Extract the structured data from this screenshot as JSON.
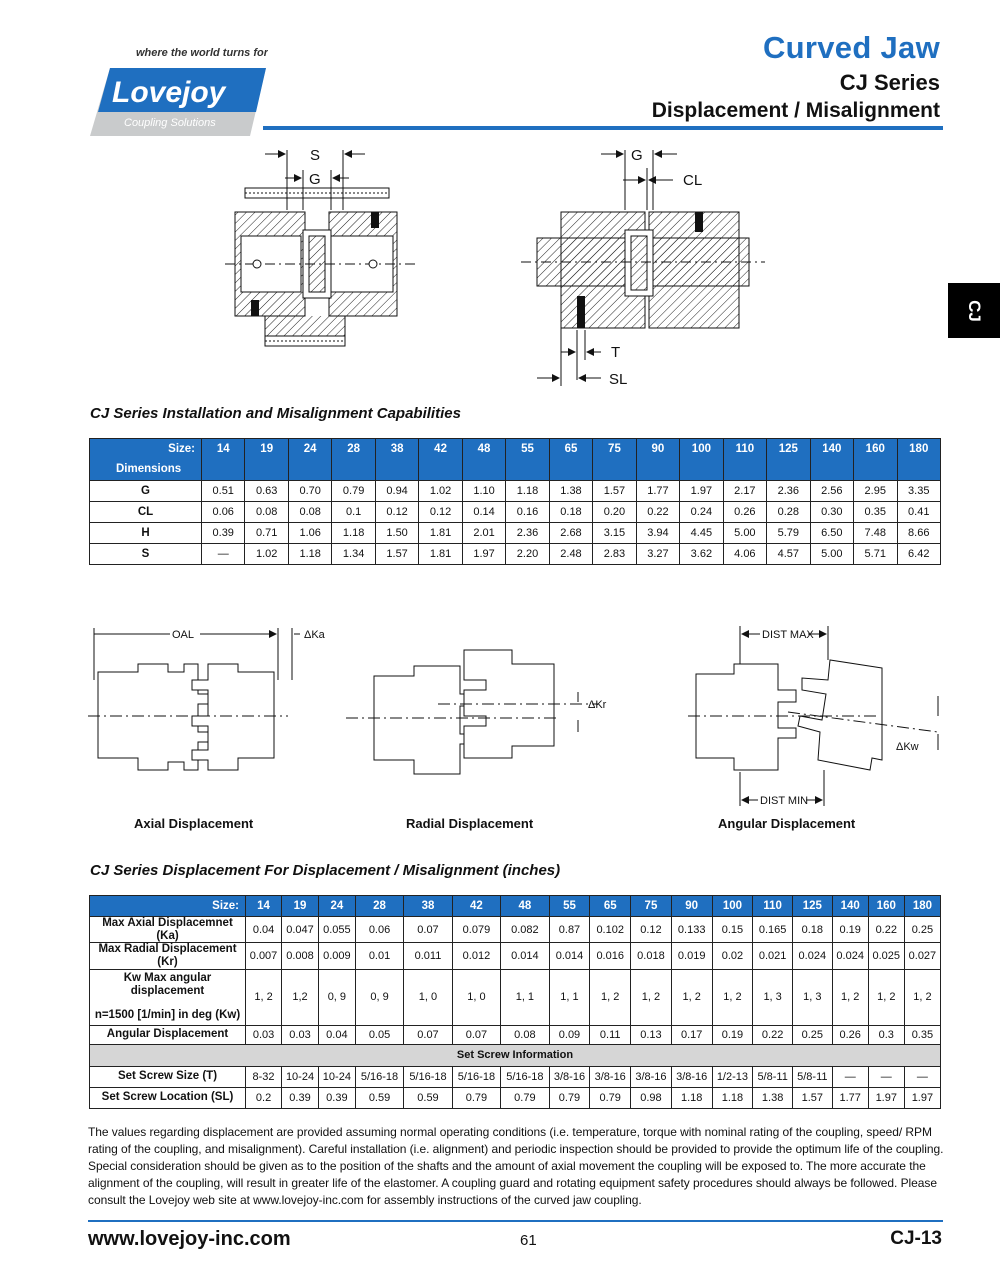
{
  "header": {
    "brand_tagline": "where the world turns for",
    "brand_name": "Lovejoy",
    "brand_sub": "Coupling Solutions",
    "title": "Curved Jaw",
    "series": "CJ Series",
    "subtitle": "Displacement / Misalignment"
  },
  "side_tab": "CJ",
  "section1": {
    "title": "CJ Series Installation and Misalignment Capabilities",
    "diagram_labels": {
      "s": "S",
      "g": "G",
      "g2": "G",
      "cl": "CL",
      "t": "T",
      "sl": "SL"
    },
    "table": {
      "size_label": "Size:",
      "dims_label": "Dimensions",
      "sizes": [
        "14",
        "19",
        "24",
        "28",
        "38",
        "42",
        "48",
        "55",
        "65",
        "75",
        "90",
        "100",
        "110",
        "125",
        "140",
        "160",
        "180"
      ],
      "rows": [
        {
          "label": "G",
          "values": [
            "0.51",
            "0.63",
            "0.70",
            "0.79",
            "0.94",
            "1.02",
            "1.10",
            "1.18",
            "1.38",
            "1.57",
            "1.77",
            "1.97",
            "2.17",
            "2.36",
            "2.56",
            "2.95",
            "3.35"
          ]
        },
        {
          "label": "CL",
          "values": [
            "0.06",
            "0.08",
            "0.08",
            "0.1",
            "0.12",
            "0.12",
            "0.14",
            "0.16",
            "0.18",
            "0.20",
            "0.22",
            "0.24",
            "0.26",
            "0.28",
            "0.30",
            "0.35",
            "0.41"
          ]
        },
        {
          "label": "H",
          "values": [
            "0.39",
            "0.71",
            "1.06",
            "1.18",
            "1.50",
            "1.81",
            "2.01",
            "2.36",
            "2.68",
            "3.15",
            "3.94",
            "4.45",
            "5.00",
            "5.79",
            "6.50",
            "7.48",
            "8.66"
          ]
        },
        {
          "label": "S",
          "values": [
            "—",
            "1.02",
            "1.18",
            "1.34",
            "1.57",
            "1.81",
            "1.97",
            "2.20",
            "2.48",
            "2.83",
            "3.27",
            "3.62",
            "4.06",
            "4.57",
            "5.00",
            "5.71",
            "6.42"
          ]
        }
      ]
    }
  },
  "diagrams": {
    "axial": {
      "caption": "Axial Displacement",
      "oal": "OAL",
      "dka": "ΔKa"
    },
    "radial": {
      "caption": "Radial Displacement",
      "dkr": "ΔKr"
    },
    "angular": {
      "caption": "Angular Displacement",
      "dist_max": "DIST MAX",
      "dist_min": "DIST MIN",
      "dkw": "ΔKw"
    }
  },
  "section2": {
    "title": "CJ Series Displacement For Displacement / Misalignment (inches)",
    "table": {
      "size_label": "Size:",
      "sizes": [
        "14",
        "19",
        "24",
        "28",
        "38",
        "42",
        "48",
        "55",
        "65",
        "75",
        "90",
        "100",
        "110",
        "125",
        "140",
        "160",
        "180"
      ],
      "row_ka": {
        "label": "Max Axial Displacemnet (Ka)",
        "values": [
          "0.04",
          "0.047",
          "0.055",
          "0.06",
          "0.07",
          "0.079",
          "0.082",
          "0.87",
          "0.102",
          "0.12",
          "0.133",
          "0.15",
          "0.165",
          "0.18",
          "0.19",
          "0.22",
          "0.25"
        ]
      },
      "row_kr": {
        "label": "Max Radial Displacement (Kr)",
        "values": [
          "0.007",
          "0.008",
          "0.009",
          "0.01",
          "0.011",
          "0.012",
          "0.014",
          "0.014",
          "0.016",
          "0.018",
          "0.019",
          "0.02",
          "0.021",
          "0.024",
          "0.024",
          "0.025",
          "0.027"
        ]
      },
      "row_kw": {
        "label1": "Kw Max angular displacement",
        "label2": "n=1500 [1/min] in deg (Kw)",
        "values": [
          "1, 2",
          "1,2",
          "0, 9",
          "0, 9",
          "1, 0",
          "1, 0",
          "1, 1",
          "1, 1",
          "1, 2",
          "1, 2",
          "1, 2",
          "1, 2",
          "1, 3",
          "1, 3",
          "1, 2",
          "1, 2",
          "1, 2"
        ]
      },
      "row_ang": {
        "label": "Angular Displacement",
        "values": [
          "0.03",
          "0.03",
          "0.04",
          "0.05",
          "0.07",
          "0.07",
          "0.08",
          "0.09",
          "0.11",
          "0.13",
          "0.17",
          "0.19",
          "0.22",
          "0.25",
          "0.26",
          "0.3",
          "0.35"
        ]
      },
      "subheader": "Set Screw Information",
      "row_t": {
        "label": "Set Screw Size (T)",
        "values": [
          "8-32",
          "10-24",
          "10-24",
          "5/16-18",
          "5/16-18",
          "5/16-18",
          "5/16-18",
          "3/8-16",
          "3/8-16",
          "3/8-16",
          "3/8-16",
          "1/2-13",
          "5/8-11",
          "5/8-11",
          "—",
          "—",
          "—"
        ]
      },
      "row_sl": {
        "label": "Set Screw Location (SL)",
        "values": [
          "0.2",
          "0.39",
          "0.39",
          "0.59",
          "0.59",
          "0.79",
          "0.79",
          "0.79",
          "0.79",
          "0.98",
          "1.18",
          "1.18",
          "1.38",
          "1.57",
          "1.77",
          "1.97",
          "1.97"
        ]
      }
    }
  },
  "note": "The values regarding displacement are provided assuming normal operating conditions (i.e. temperature, torque with nominal rating of the coupling, speed/ RPM rating of the coupling, and misalignment). Careful installation (i.e. alignment) and periodic inspection should be provided to provide the optimum life of the coupling. Special consideration should be given as to the position of the shafts and the amount of axial movement the coupling will be exposed to. The more accurate the alignment of the coupling, will result in greater life of the elastomer. A coupling guard and rotating equipment safety procedures should always be followed. Please consult the Lovejoy web site at www.lovejoy-inc.com for assembly instructions of the curved jaw coupling.",
  "footer": {
    "url": "www.lovejoy-inc.com",
    "page": "61",
    "code": "CJ-13"
  },
  "colors": {
    "brand_blue": "#1f6fc0",
    "subheader_gray": "#d6d6d6"
  }
}
